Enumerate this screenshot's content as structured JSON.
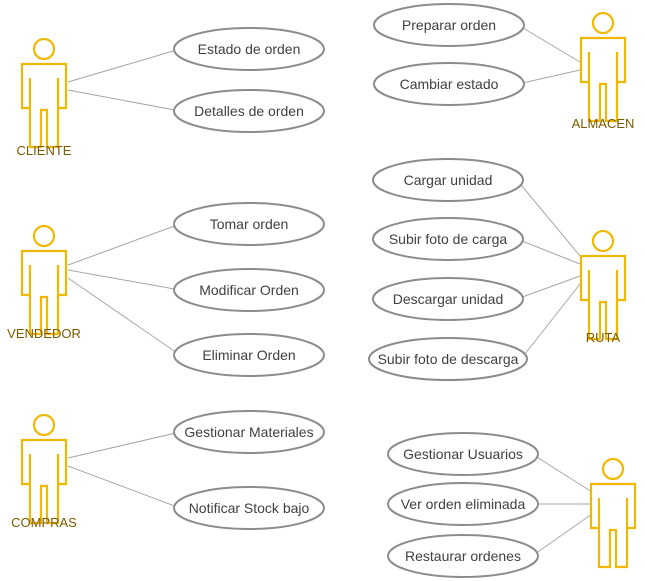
{
  "colors": {
    "actor_stroke": "#f0b800",
    "actor_label": "#7a5a00",
    "usecase_stroke": "#8c8c8c",
    "association": "#a6a6a6"
  },
  "actors": [
    {
      "id": "cliente",
      "label": "CLIENTE"
    },
    {
      "id": "almacen",
      "label": "ALMACEN"
    },
    {
      "id": "vendedor",
      "label": "VENDEDOR"
    },
    {
      "id": "ruta",
      "label": "RUTA"
    },
    {
      "id": "compras",
      "label": "COMPRAS"
    },
    {
      "id": "admin",
      "label": ""
    }
  ],
  "use_cases": [
    {
      "id": "estado-de-orden",
      "label": "Estado de orden",
      "actor": "cliente"
    },
    {
      "id": "detalles-de-orden",
      "label": "Detalles de orden",
      "actor": "cliente"
    },
    {
      "id": "preparar-orden",
      "label": "Preparar orden",
      "actor": "almacen"
    },
    {
      "id": "cambiar-estado",
      "label": "Cambiar estado",
      "actor": "almacen"
    },
    {
      "id": "tomar-orden",
      "label": "Tomar orden",
      "actor": "vendedor"
    },
    {
      "id": "modificar-orden",
      "label": "Modificar Orden",
      "actor": "vendedor"
    },
    {
      "id": "eliminar-orden",
      "label": "Eliminar Orden",
      "actor": "vendedor"
    },
    {
      "id": "cargar-unidad",
      "label": "Cargar unidad",
      "actor": "ruta"
    },
    {
      "id": "subir-foto-carga",
      "label": "Subir foto de carga",
      "actor": "ruta"
    },
    {
      "id": "descargar-unidad",
      "label": "Descargar unidad",
      "actor": "ruta"
    },
    {
      "id": "subir-foto-descarga",
      "label": "Subir foto de descarga",
      "actor": "ruta"
    },
    {
      "id": "gestionar-materiales",
      "label": "Gestionar Materiales",
      "actor": "compras"
    },
    {
      "id": "notificar-stock-bajo",
      "label": "Notificar Stock bajo",
      "actor": "compras"
    },
    {
      "id": "gestionar-usuarios",
      "label": "Gestionar Usuarios",
      "actor": "admin"
    },
    {
      "id": "ver-orden-eliminada",
      "label": "Ver orden eliminada",
      "actor": "admin"
    },
    {
      "id": "restaurar-ordenes",
      "label": "Restaurar ordenes",
      "actor": "admin"
    }
  ]
}
